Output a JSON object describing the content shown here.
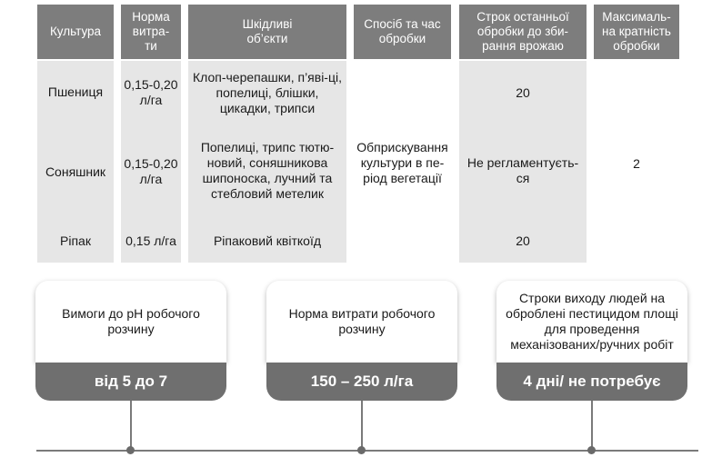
{
  "table": {
    "headers": [
      "Культура",
      "Норма витра-ти",
      "Шкідливі об’єкти",
      "Спосіб та час обробки",
      "Строк останньої обробки до зби-рання врожаю",
      "Максималь-на кратність обробки"
    ],
    "rows": [
      {
        "crop": "Пшениця",
        "rate": "0,15-0,20 л/га",
        "pests": "Клоп-черепашки, п’яві-ці, попелиці, блішки, цикадки, трипси",
        "term": "20"
      },
      {
        "crop": "Соняшник",
        "rate": "0,15-0,20 л/га",
        "pests": "Попелиці, трипс тютю-новий, соняшникова шипоноска, лучний та стебловий метелик",
        "term": "Не регламентуєть-ся"
      },
      {
        "crop": "Ріпак",
        "rate": "0,15 л/га",
        "pests": "Ріпаковий квіткоїд",
        "term": "20"
      }
    ],
    "method": "Обприскування культури в пе-ріод вегетації",
    "max_multiplicity": "2"
  },
  "cards": [
    {
      "title": "Вимоги до pH робочого розчину",
      "value": "від 5 до 7"
    },
    {
      "title": "Норма витрати робочого розчину",
      "value": "150 – 250 л/га"
    },
    {
      "title": "Строки виходу людей на оброблені пестицидом площі для проведення механізованих/ручних робіт",
      "value": "4 дні/ не потребує"
    }
  ],
  "colors": {
    "header_bg": "#7d7d7d",
    "column_bg": "#e6e6e6",
    "card_value_bg": "#6f6f6f"
  }
}
